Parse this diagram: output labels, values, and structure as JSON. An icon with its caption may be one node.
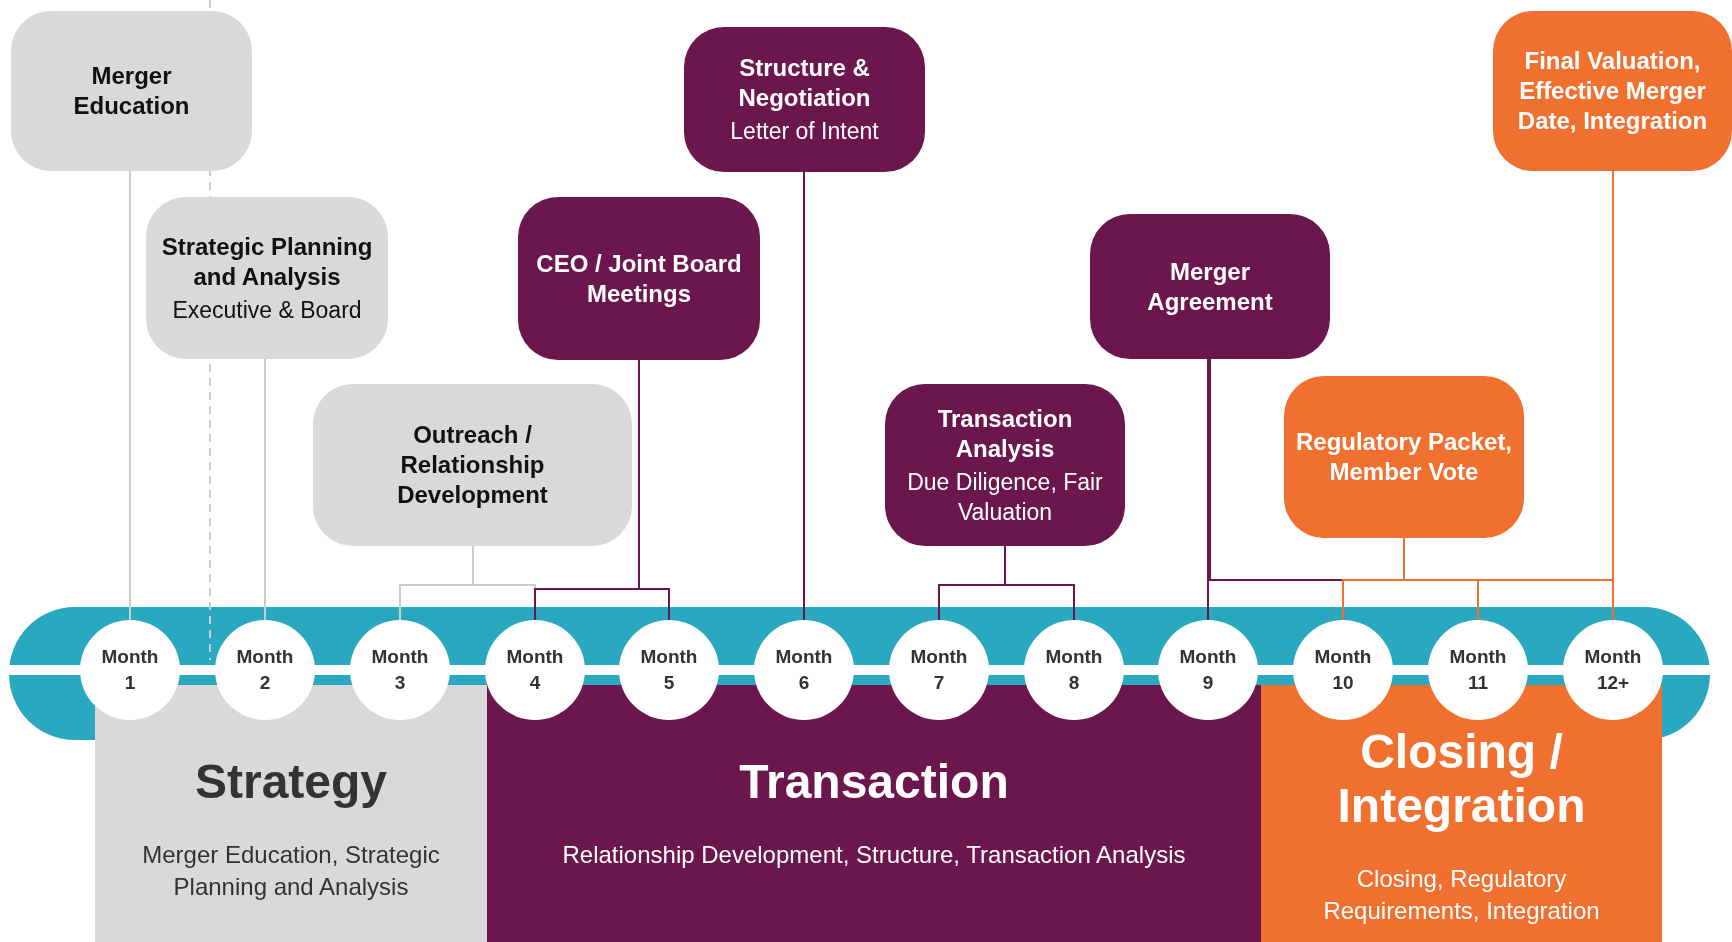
{
  "diagram": {
    "nodes": [
      {
        "text": [
          "Merger Education"
        ]
      },
      {
        "text": [
          "Strategic Planning and Analysis",
          "Executive & Board"
        ]
      },
      {
        "text": [
          "Outreach / Relationship Development"
        ]
      },
      {
        "text": [
          "CEO / Joint Board Meetings"
        ]
      },
      {
        "text": [
          "Structure & Negotiation",
          "Letter of Intent"
        ]
      },
      {
        "text": [
          "Transaction Analysis",
          "Due Diligence, Fair Valuation"
        ]
      },
      {
        "text": [
          "Merger Agreement"
        ]
      },
      {
        "text": [
          "Regulatory Packet, Member Vote"
        ]
      },
      {
        "text": [
          "Final Valuation, Effective Merger Date, Integration"
        ]
      },
      {
        "text": [
          "Month 1"
        ]
      },
      {
        "text": [
          "Month 2"
        ]
      },
      {
        "text": [
          "Month 3"
        ]
      },
      {
        "text": [
          "Month 4"
        ]
      },
      {
        "text": [
          "Month 5"
        ]
      },
      {
        "text": [
          "Month 6"
        ]
      },
      {
        "text": [
          "Month 7"
        ]
      },
      {
        "text": [
          "Month 8"
        ]
      },
      {
        "text": [
          "Month 9"
        ]
      },
      {
        "text": [
          "Month 10"
        ]
      },
      {
        "text": [
          "Month 11"
        ]
      },
      {
        "text": [
          "Month 12+"
        ]
      },
      {
        "text": [
          "Strategy",
          "Merger Education, Strategic Planning and Analysis"
        ]
      },
      {
        "text": [
          "Transaction",
          "Relationship Development, Structure, Transaction Analysis"
        ]
      },
      {
        "text": [
          "Closing / Integration",
          "Closing, Regulatory Requirements, Integration"
        ]
      }
    ],
    "edges": [
      {
        "from": 0,
        "to": 9,
        "arrow": "none",
        "color": "#cccccc"
      },
      {
        "from": 1,
        "to": 10,
        "arrow": "none",
        "color": "#cccccc"
      },
      {
        "from": 2,
        "to": 11,
        "arrow": "none",
        "color": "#cccccc"
      },
      {
        "from": 2,
        "to": 12,
        "arrow": "none",
        "color": "#cccccc"
      },
      {
        "from": 3,
        "to": 12,
        "arrow": "none"
      },
      {
        "from": 3,
        "to": 13,
        "arrow": "none"
      },
      {
        "from": 4,
        "to": 14,
        "arrow": "none"
      },
      {
        "from": 5,
        "to": 15,
        "arrow": "none"
      },
      {
        "from": 5,
        "to": 16,
        "arrow": "none"
      },
      {
        "from": 6,
        "to": 17,
        "arrow": "none"
      },
      {
        "from": 6,
        "to": 18,
        "arrow": "none"
      },
      {
        "from": 7,
        "to": 18,
        "arrow": "none",
        "color": "#f07030"
      },
      {
        "from": 7,
        "to": 19,
        "arrow": "none",
        "color": "#f07030"
      },
      {
        "from": 7,
        "to": 20,
        "arrow": "none",
        "color": "#f07030"
      },
      {
        "from": 8,
        "to": 20,
        "arrow": "none",
        "color": "#f07030"
      }
    ]
  }
}
